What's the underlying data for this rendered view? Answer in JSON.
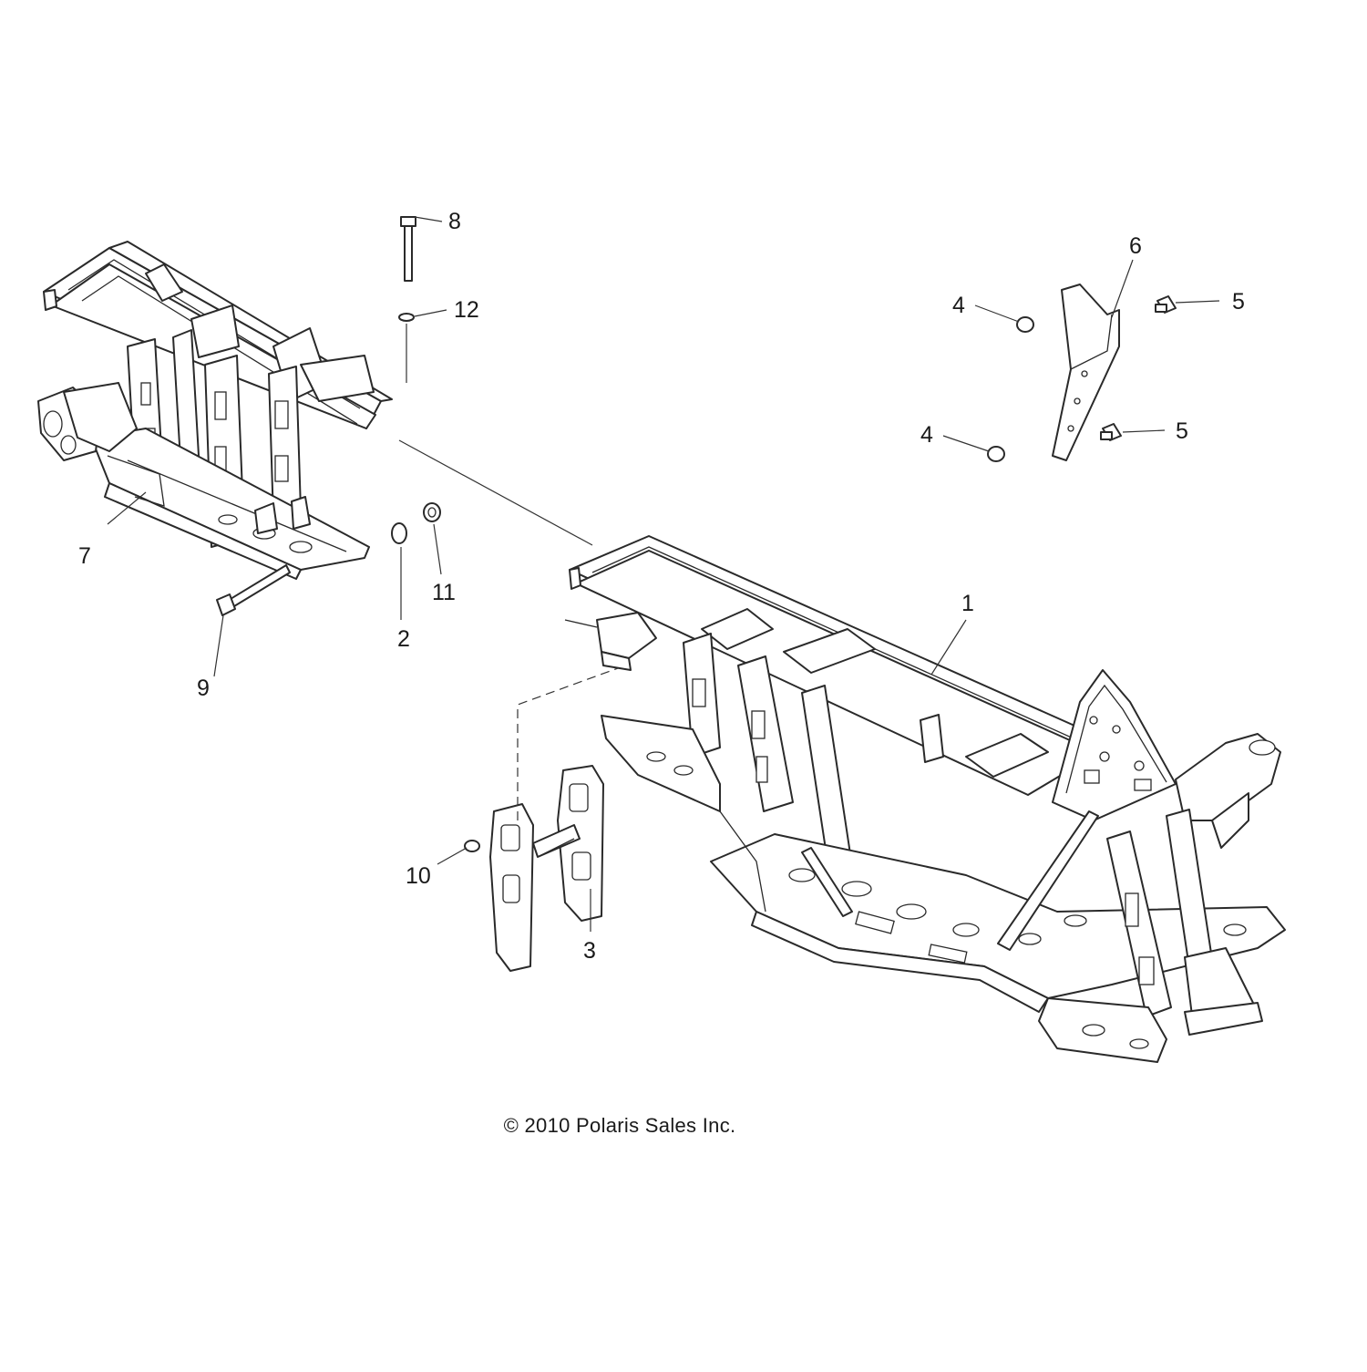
{
  "callouts": {
    "c1": "1",
    "c2": "2",
    "c3": "3",
    "c4a": "4",
    "c4b": "4",
    "c5a": "5",
    "c5b": "5",
    "c6": "6",
    "c7": "7",
    "c8": "8",
    "c9": "9",
    "c10": "10",
    "c11": "11",
    "c12": "12"
  },
  "copyright": "© 2010 Polaris Sales Inc."
}
